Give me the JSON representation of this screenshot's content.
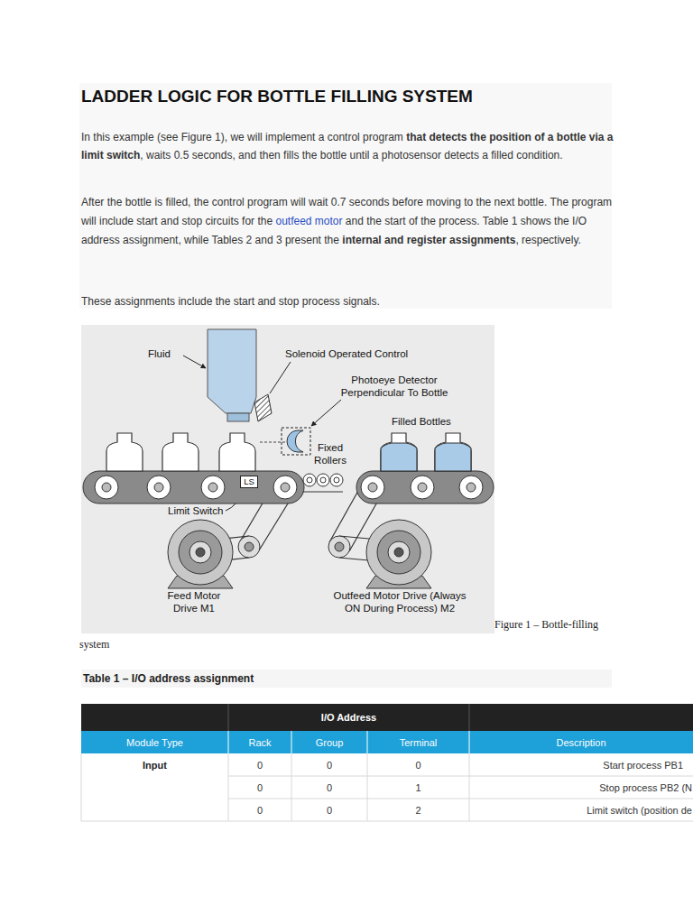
{
  "diagram": {
    "title": "LADDER LOGIC FOR BOTTLE FILLING SYSTEM",
    "caption": "Figure 1 – Bottle-filling system",
    "nodes": [
      {
        "text": [
          "LS"
        ]
      }
    ],
    "labels": [
      "In this example (see Figure 1), we will implement a control program",
      "that detects the position of a bottle via a limit switch",
      ", waits 0.5 seconds, and then fills the bottle until a photosensor detects a filled condition.",
      "After the bottle is filled, the control program will wait 0.7 seconds before moving to the next bottle. The program will include start and stop circuits for the",
      "outfeed motor",
      "and the start of the process. Table 1 shows the I/O address assignment, while Tables 2 and 3 present the",
      "internal and register assignments",
      ", respectively.",
      "These assignments include the start and stop process signals.",
      "Fluid",
      "Solenoid Operated Control",
      "Photoeye Detector Perpendicular To Bottle",
      "Filled Bottles",
      "Fixed Rollers",
      "Limit Switch",
      "Feed Motor Drive M1",
      "Outfeed Motor Drive (Always ON During Process) M2",
      "Table 1 – I/O address assignment",
      "I/O Address",
      "Module Type",
      "Rack",
      "Group",
      "Terminal",
      "Description",
      "Input",
      "0",
      "0",
      "0",
      "Start process PB1",
      "0",
      "0",
      "1",
      "Stop process PB2 (N",
      "0",
      "0",
      "2",
      "Limit switch (position de"
    ]
  }
}
